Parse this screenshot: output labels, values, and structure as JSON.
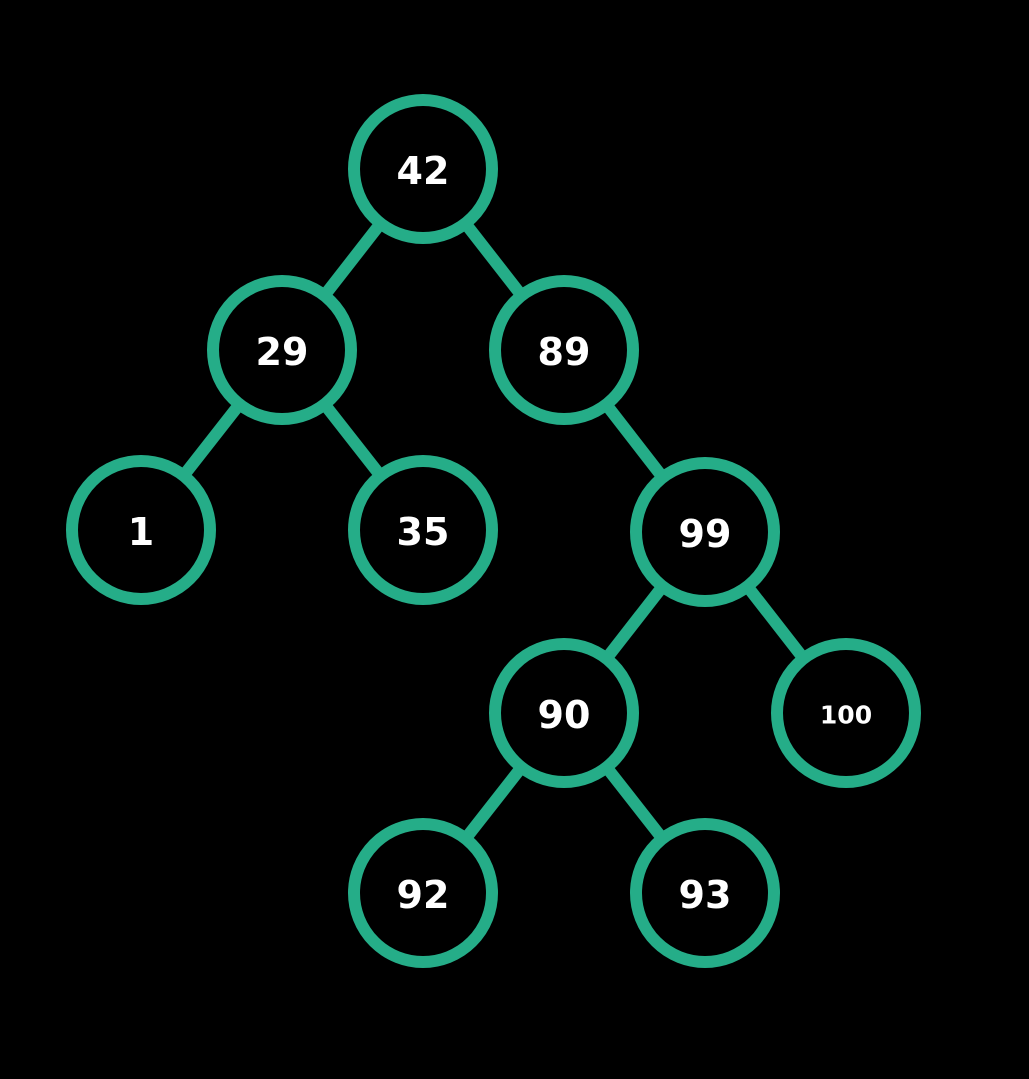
{
  "colors": {
    "background": "#000000",
    "edge": "#25ad88",
    "node_border": "#25ad88",
    "node_fill": "#000000",
    "label": "#ffffff"
  },
  "tree": {
    "nodes": [
      {
        "id": "n42",
        "label": "42"
      },
      {
        "id": "n29",
        "label": "29"
      },
      {
        "id": "n89",
        "label": "89"
      },
      {
        "id": "n1",
        "label": "1"
      },
      {
        "id": "n35",
        "label": "35"
      },
      {
        "id": "n99",
        "label": "99"
      },
      {
        "id": "n90",
        "label": "90"
      },
      {
        "id": "n100",
        "label": "100"
      },
      {
        "id": "n92",
        "label": "92"
      },
      {
        "id": "n93",
        "label": "93"
      }
    ],
    "edges": [
      {
        "from": "n42",
        "to": "n29"
      },
      {
        "from": "n42",
        "to": "n89"
      },
      {
        "from": "n29",
        "to": "n1"
      },
      {
        "from": "n29",
        "to": "n35"
      },
      {
        "from": "n89",
        "to": "n99"
      },
      {
        "from": "n99",
        "to": "n90"
      },
      {
        "from": "n99",
        "to": "n100"
      },
      {
        "from": "n90",
        "to": "n92"
      },
      {
        "from": "n90",
        "to": "n93"
      }
    ]
  }
}
